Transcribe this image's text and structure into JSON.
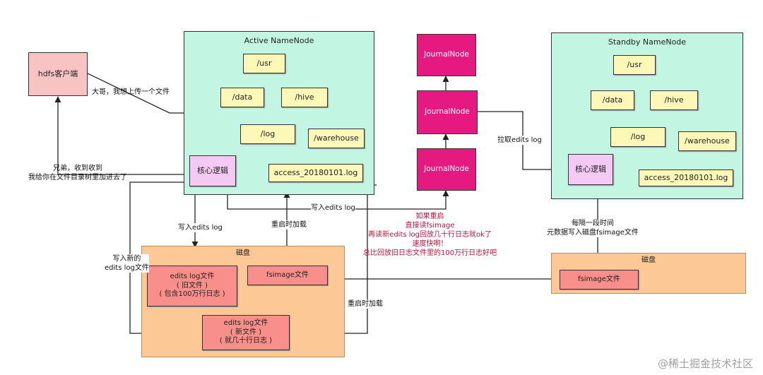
{
  "client": {
    "label": "hdfs客户端"
  },
  "active": {
    "title": "Active NameNode",
    "usr": "/usr",
    "data": "/data",
    "hive": "/hive",
    "log": "/log",
    "warehouse": "/warehouse",
    "logic": "核心逻辑",
    "access": "access_20180101.log"
  },
  "standby": {
    "title": "Standby NameNode",
    "usr": "/usr",
    "data": "/data",
    "hive": "/hive",
    "log": "/log",
    "warehouse": "/warehouse",
    "logic": "核心逻辑",
    "access": "access_20180101.log"
  },
  "journal": [
    "JournalNode",
    "JournalNode",
    "JournalNode"
  ],
  "disk_left": {
    "title": "磁盘",
    "edits_old": "edits log文件\n( 旧文件 )\n( 包含100万行日志 )",
    "fsimage": "fsimage文件",
    "edits_new": "edits log文件\n( 新文件 )\n( 就几十行日志 )"
  },
  "disk_right": {
    "title": "磁盘",
    "fsimage": "fsimage文件"
  },
  "labels": {
    "upload": "大哥，我想上传一个文件",
    "reply": "兄弟，收到收到\n我给你在文件目录树里加进去了",
    "write_edits_jn": "写入edits log",
    "write_edits_disk": "写入edits log",
    "restart_load_1": "重启时加载",
    "write_new": "写入新的\nedits log文件",
    "restart_load_2": "重启时加载",
    "pull_edits": "拉取edits log",
    "checkpoint": "每隔一段时间\n元数据写入磁盘fsimage文件",
    "restart_note": "如果重启\n直接读fsimage\n再读新edits log回放几十行日志就ok了\n速度快啊！\n总比回放旧日志文件里的100万行日志好吧"
  },
  "watermark": "@稀土掘金技术社区"
}
